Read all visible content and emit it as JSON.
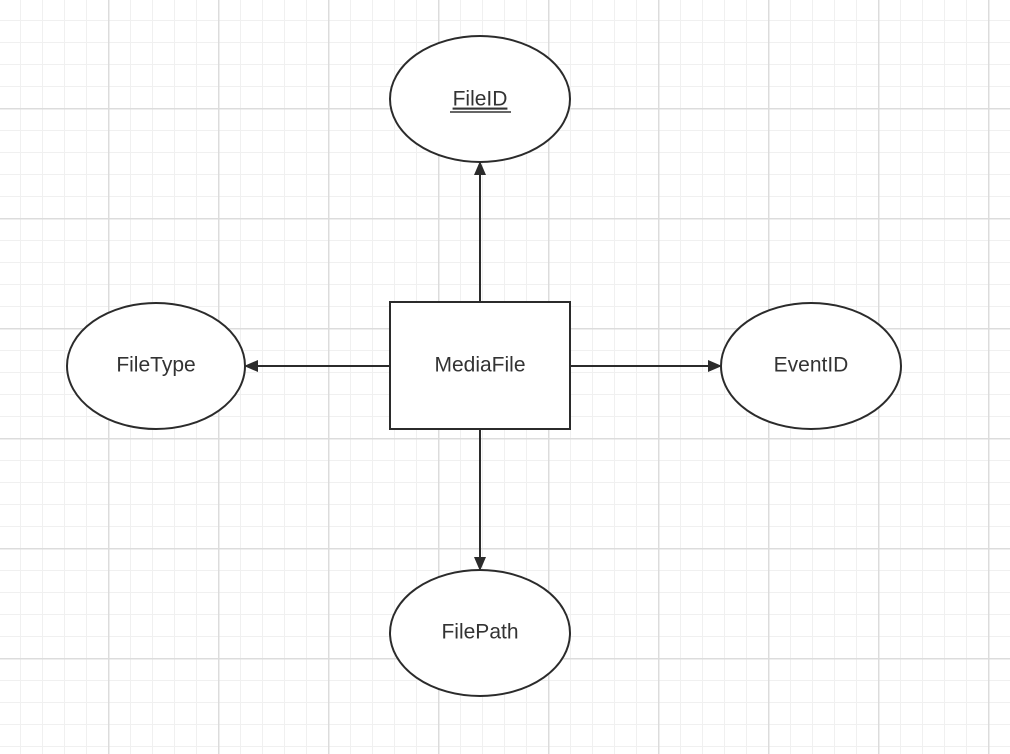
{
  "diagram": {
    "entity": {
      "id": "mediafile",
      "label": "MediaFile"
    },
    "attributes": [
      {
        "id": "fileid",
        "label": "FileID",
        "key": true
      },
      {
        "id": "filetype",
        "label": "FileType",
        "key": false
      },
      {
        "id": "eventid",
        "label": "EventID",
        "key": false
      },
      {
        "id": "filepath",
        "label": "FilePath",
        "key": false
      }
    ],
    "edges": [
      {
        "from": "mediafile",
        "to": "fileid"
      },
      {
        "from": "mediafile",
        "to": "filetype"
      },
      {
        "from": "mediafile",
        "to": "eventid"
      },
      {
        "from": "mediafile",
        "to": "filepath"
      }
    ],
    "colors": {
      "stroke": "#2b2b2b",
      "text": "#333333",
      "fill": "#ffffff"
    }
  }
}
